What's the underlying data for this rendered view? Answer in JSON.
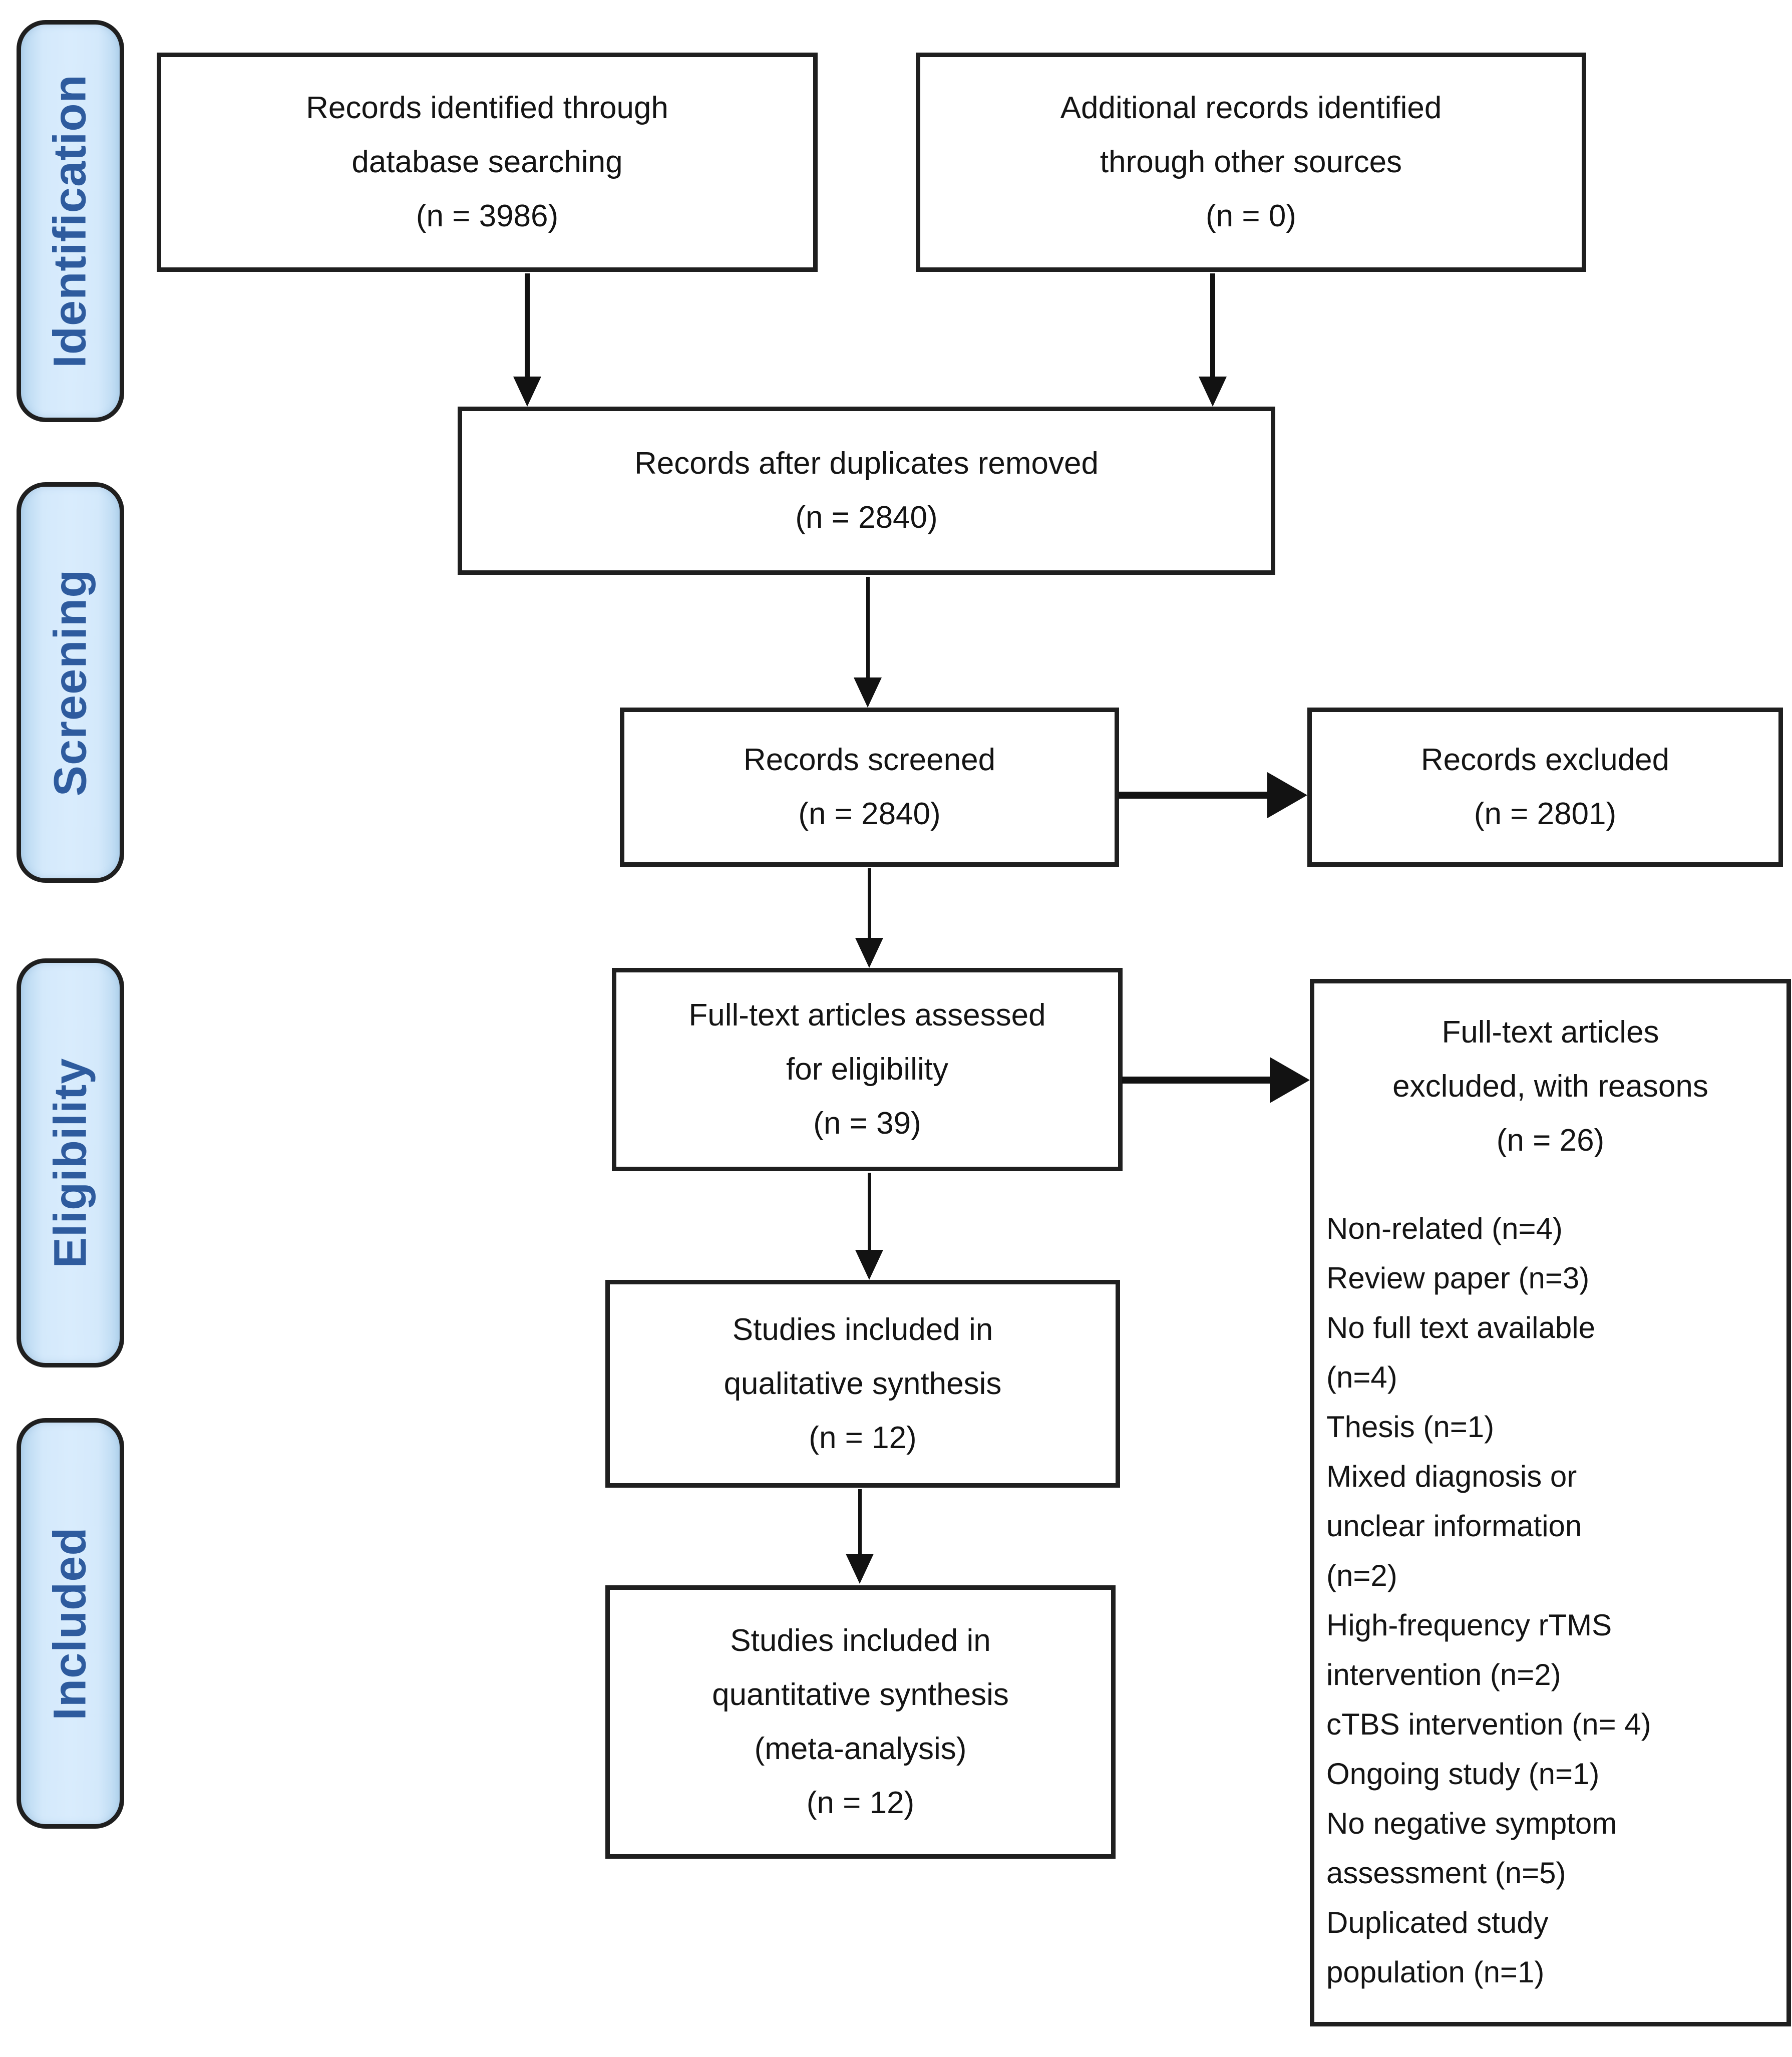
{
  "colors": {
    "background": "#ffffff",
    "stage_fill": "#d4e9fb",
    "stage_fill_edge": "#b7d7f0",
    "stage_text": "#2e5b9e",
    "box_border": "#1f1f1f",
    "box_text": "#141414",
    "arrow": "#121212"
  },
  "stages": [
    {
      "label": "Identification"
    },
    {
      "label": "Screening"
    },
    {
      "label": "Eligibility"
    },
    {
      "label": "Included"
    }
  ],
  "boxes": {
    "records_identified": {
      "lines": [
        "Records identified through",
        "database searching",
        "(n = 3986)"
      ],
      "n": 3986
    },
    "additional_records": {
      "lines": [
        "Additional records identified",
        "through other sources",
        "(n = 0)"
      ],
      "n": 0
    },
    "after_duplicates": {
      "lines": [
        "Records after duplicates removed",
        "(n = 2840)"
      ],
      "n": 2840
    },
    "records_screened": {
      "lines": [
        "Records screened",
        "(n = 2840)"
      ],
      "n": 2840
    },
    "records_excluded": {
      "lines": [
        "Records excluded",
        "(n = 2801)"
      ],
      "n": 2801
    },
    "fulltext_assessed": {
      "lines": [
        "Full-text articles assessed",
        "for eligibility",
        "(n = 39)"
      ],
      "n": 39
    },
    "fulltext_excluded": {
      "heading_lines": [
        "Full-text articles",
        "excluded, with reasons",
        "(n = 26)"
      ],
      "n": 26,
      "reasons": [
        "Non-related (n=4)",
        "Review paper (n=3)",
        "No full text available",
        "(n=4)",
        "Thesis (n=1)",
        "Mixed diagnosis or",
        "unclear information",
        "(n=2)",
        "High-frequency rTMS",
        "intervention (n=2)",
        "cTBS intervention (n= 4)",
        "Ongoing study (n=1)",
        "No negative symptom",
        "assessment (n=5)",
        "Duplicated study",
        "population (n=1)"
      ]
    },
    "qualitative_synthesis": {
      "lines": [
        "Studies included in",
        "qualitative synthesis",
        "(n = 12)"
      ],
      "n": 12
    },
    "quantitative_synthesis": {
      "lines": [
        "Studies included in",
        "quantitative synthesis",
        "(meta-analysis)",
        "(n = 12)"
      ],
      "n": 12
    }
  }
}
